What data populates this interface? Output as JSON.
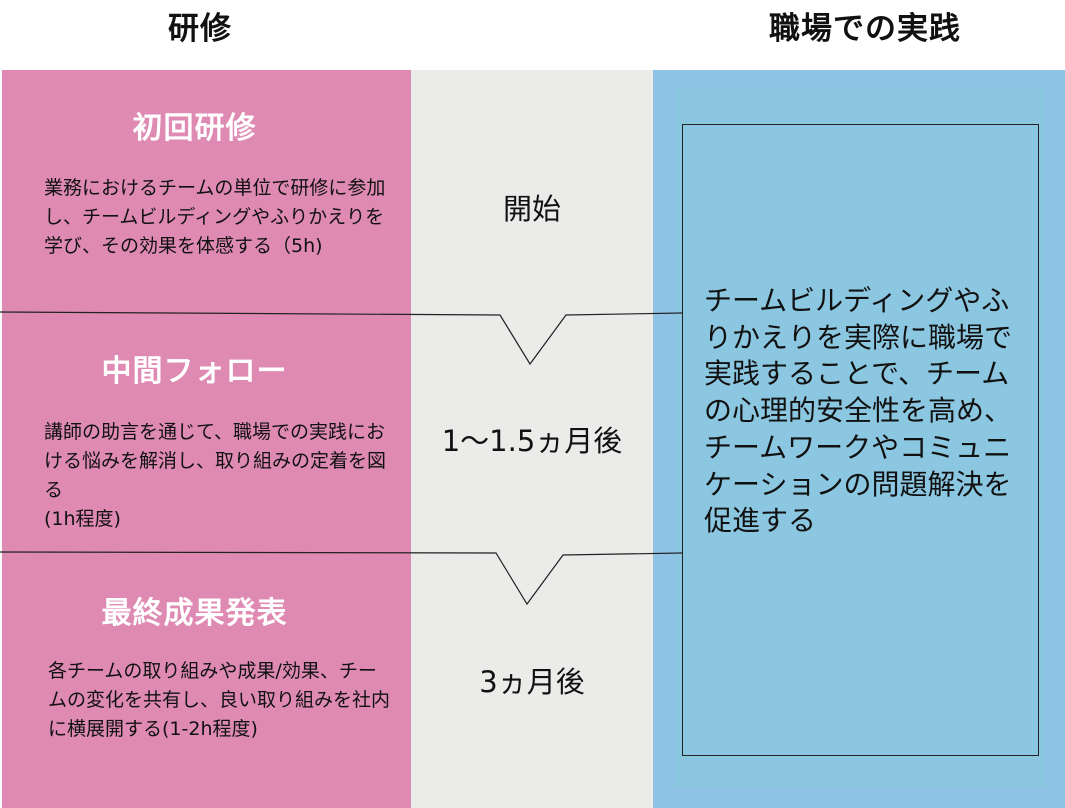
{
  "headers": {
    "training": "研修",
    "practice": "職場での実践"
  },
  "stages": [
    {
      "title": "初回研修",
      "description": "業務におけるチームの単位で研修に参加し、チームビルディングやふりかえりを学び、その効果を体感する（5h)",
      "timing": "開始"
    },
    {
      "title": "中間フォロー",
      "description": "講師の助言を通じて、職場での実践における悩みを解消し、取り組みの定着を図る\n(1h程度)",
      "timing": "1〜1.5ヵ月後"
    },
    {
      "title": "最終成果発表",
      "description": "各チームの取り組みや成果/効果、チームの変化を共有し、良い取り組みを社内に横展開する(1-2h程度)",
      "timing": "3ヵ月後"
    }
  ],
  "practice": {
    "description": "チームビルディングやふりかえりを実際に職場で実践することで、チームの心理的安全性を高め、チームワークやコミュニケーションの問題解決を促進する"
  },
  "colors": {
    "training": "#de8ab3",
    "timing": "#ebebea",
    "practice_outer": "#8ec3e6",
    "practice_inner": "#8cc7e1"
  }
}
